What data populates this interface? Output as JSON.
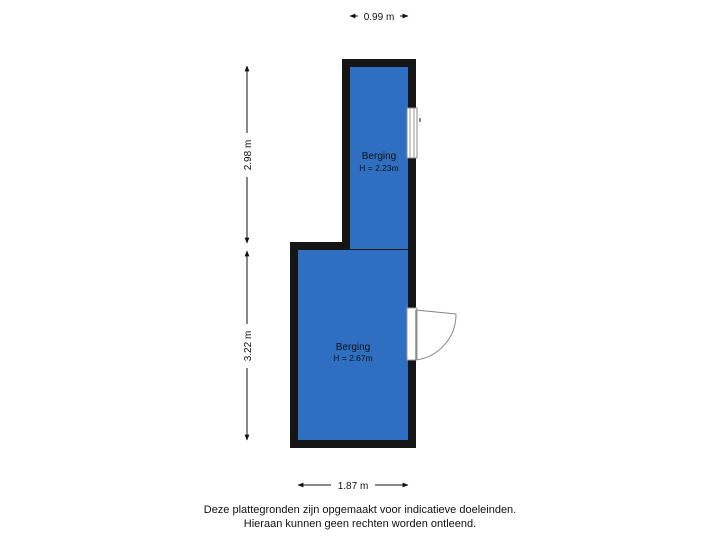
{
  "colors": {
    "room_fill": "#2e6fc2",
    "wall": "#151515",
    "dimension_line": "#111111",
    "background": "#ffffff"
  },
  "rooms": [
    {
      "name": "Berging",
      "height": "H = 2.23m"
    },
    {
      "name": "Berging",
      "height": "H = 2.67m"
    }
  ],
  "dimensions": {
    "top_width": "0.99 m",
    "upper_height": "2.98 m",
    "lower_height": "3.22 m",
    "bottom_width": "1.87 m"
  },
  "disclaimer": {
    "line1": "Deze plattegronden zijn opgemaakt voor indicatieve doeleinden.",
    "line2": "Hieraan kunnen geen rechten worden ontleend."
  }
}
